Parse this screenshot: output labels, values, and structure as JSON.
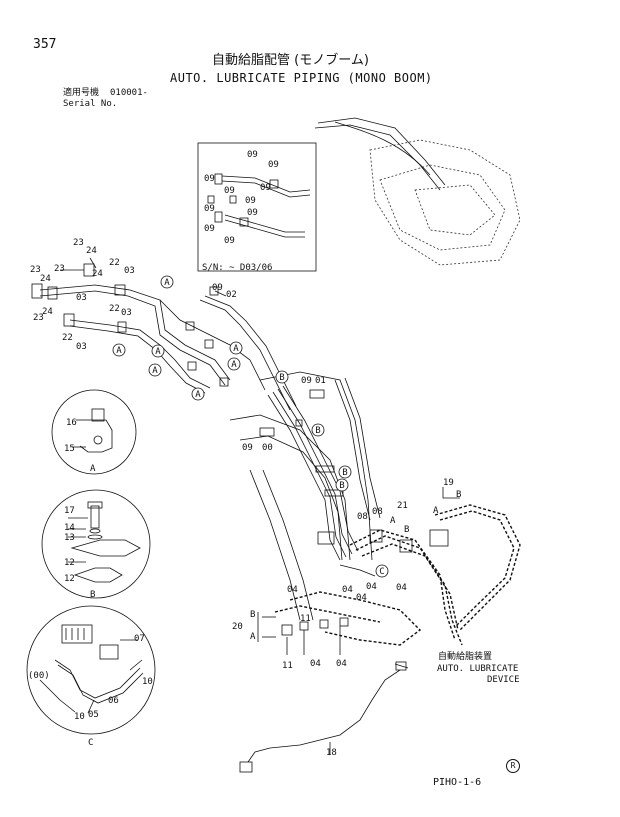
{
  "page": {
    "number": "357",
    "title_jp": "自動給脂配管 (モノブーム)",
    "title_en": "AUTO. LUBRICATE PIPING (MONO BOOM)",
    "serial_jp": "適用号機",
    "serial_value": "010001-",
    "serial_en": "Serial No.",
    "footer_code": "PIHO-1-6",
    "footer_mark": "R"
  },
  "inset": {
    "serial_note": "S/N: ~ D03/06"
  },
  "device": {
    "label_jp": "自動給脂装置",
    "label_en_1": "AUTO. LUBRICATE",
    "label_en_2": "DEVICE"
  },
  "details": {
    "a_label": "A",
    "b_label": "B",
    "c_label": "C",
    "c_paren": "(00)"
  },
  "part_labels": {
    "p357_09a": "09",
    "p09b": "09",
    "p09c": "09",
    "p09d": "09",
    "p09e": "09",
    "p09f": "09",
    "p09g": "09",
    "p09h": "09",
    "p09i": "09",
    "p09j": "09",
    "p09k": "09",
    "p23a": "23",
    "p24a": "24",
    "p23b": "23",
    "p24b": "24",
    "p24c": "24",
    "p23c": "23",
    "p22a": "22",
    "p03a": "03",
    "p03b": "03",
    "p22b": "22",
    "p03c": "03",
    "p22c": "22",
    "p03d": "03",
    "p02": "02",
    "p01": "01",
    "p00": "00",
    "p16": "16",
    "p15": "15",
    "p17": "17",
    "p14": "14",
    "p13": "13",
    "p12a": "12",
    "p12b": "12",
    "p07": "07",
    "p10a": "10",
    "p10b": "10",
    "p05": "05",
    "p06": "06",
    "p19": "19",
    "p21": "21",
    "p08a": "08",
    "p08b": "08",
    "p04a": "04",
    "p04b": "04",
    "p04c": "04",
    "p04d": "04",
    "p04e": "04",
    "p04f": "04",
    "p04g": "04",
    "p20": "20",
    "p11a": "11",
    "p11b": "11",
    "p18": "18"
  },
  "letters": {
    "A": "A",
    "B": "B",
    "C": "C"
  }
}
